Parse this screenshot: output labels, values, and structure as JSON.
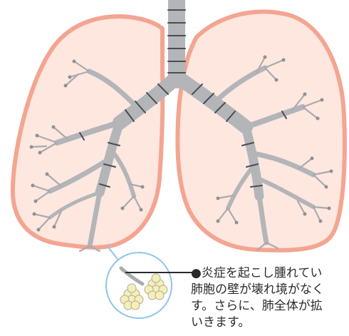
{
  "annotation": {
    "lines": [
      "●炎症を起こし腫れてい",
      "肺胞の壁が壊れ境がなく",
      "す。さらに、肺全体が拡",
      "いきます。"
    ]
  },
  "colors": {
    "lung_outline": "#f3a592",
    "lung_fill": "#fde7df",
    "airway": "#b3b5b8",
    "airway_ring": "#4b4d50",
    "alveoli_circle": "#8cc6e6",
    "alveoli": "#f6efb4"
  }
}
